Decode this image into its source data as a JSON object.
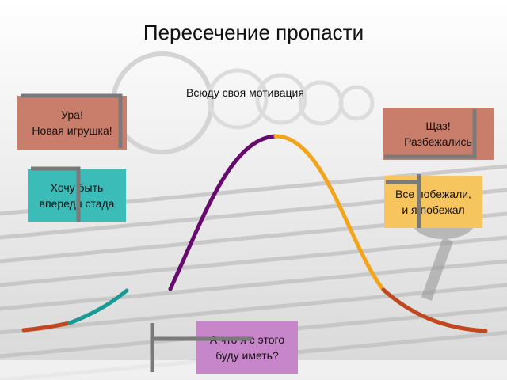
{
  "title": "Пересечение пропасти",
  "subtitle": "Всюду своя мотивация",
  "boxes": {
    "new_toy": "Ура!\nНовая игрушка!",
    "ahead_of_herd": "Хочу быть\nвпереди стада",
    "what_for_me": "А что я с этого\nбуду иметь?",
    "no_way": "Щаз!\nРазбежались",
    "everyone_ran": "Все побежали,\nи я побежал"
  },
  "colors": {
    "innovators": "#c0471e",
    "early_adopters": "#1a9a96",
    "early_majority": "#660a6e",
    "late_majority": "#f2a51b",
    "laggards": "#c0471e",
    "box_red": "#c97d6b",
    "box_teal": "#3bbcb8",
    "box_purple": "#c786c9",
    "box_orange": "#f7c55e",
    "bracket_gray": "#7a7a7a"
  }
}
